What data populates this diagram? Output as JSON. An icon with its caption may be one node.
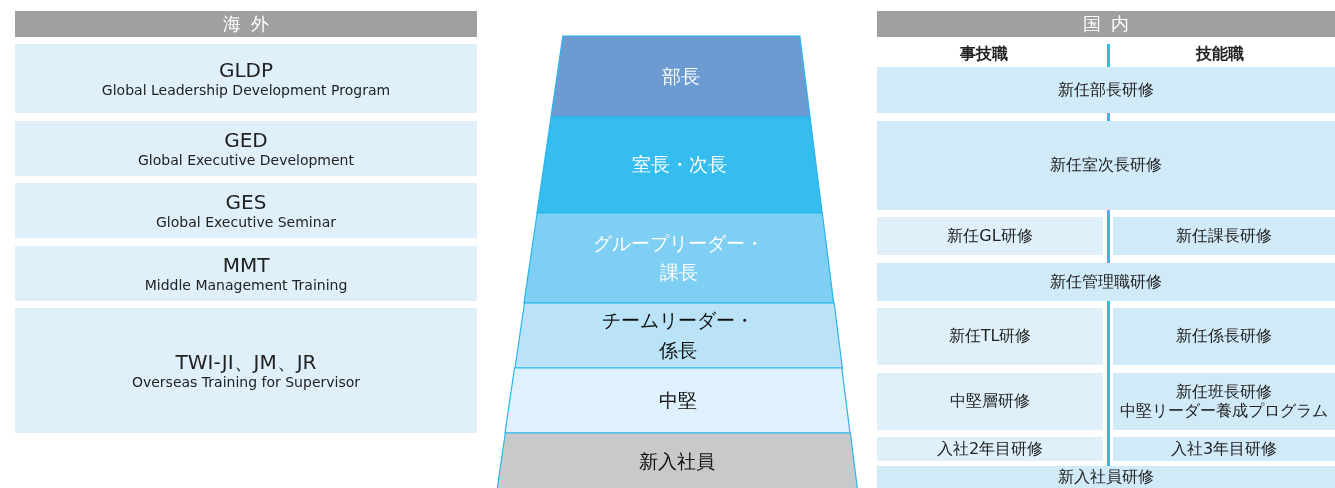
{
  "diagram": {
    "nodes": [
      {
        "text": [
          "海外"
        ]
      },
      {
        "text": [
          "GLDP",
          "Global Leadership Development Program"
        ]
      },
      {
        "text": [
          "GED",
          "Global Executive Development"
        ]
      },
      {
        "text": [
          "GES",
          "Global Executive Seminar"
        ]
      },
      {
        "text": [
          "MMT",
          "Middle Management Training"
        ]
      },
      {
        "text": [
          "TWI-JI、JM、JR",
          "Overseas Training for Supervisor"
        ]
      },
      {
        "text": [
          "部長"
        ]
      },
      {
        "text": [
          "室長・次長"
        ]
      },
      {
        "text": [
          "グループリーダー・課長"
        ]
      },
      {
        "text": [
          "チームリーダー・係長"
        ]
      },
      {
        "text": [
          "中堅"
        ]
      },
      {
        "text": [
          "新入社員"
        ]
      },
      {
        "text": [
          "国内"
        ]
      },
      {
        "text": [
          "新任部長研修"
        ]
      },
      {
        "text": [
          "新任室次長研修"
        ]
      },
      {
        "text": [
          "新任GL研修"
        ]
      },
      {
        "text": [
          "新任課長研修"
        ]
      },
      {
        "text": [
          "新任管理職研修"
        ]
      },
      {
        "text": [
          "新任TL研修"
        ]
      },
      {
        "text": [
          "新任係長研修"
        ]
      },
      {
        "text": [
          "中堅層研修"
        ]
      },
      {
        "text": [
          "新任班長研修",
          "中堅リーダー養成プログラム"
        ]
      },
      {
        "text": [
          "入社2年目研修"
        ]
      },
      {
        "text": [
          "入社3年目研修"
        ]
      },
      {
        "text": [
          "新入社員研修"
        ]
      }
    ],
    "labels": [
      "事技職",
      "技能職"
    ]
  }
}
